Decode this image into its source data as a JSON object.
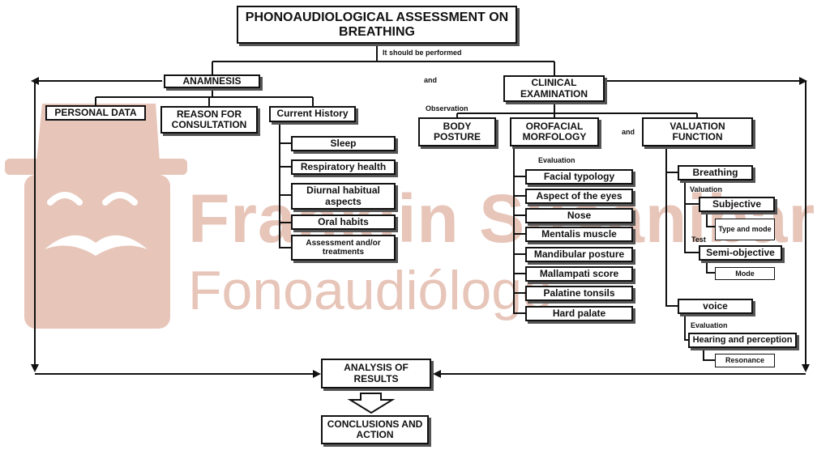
{
  "title": "PHONOAUDIOLOGICAL ASSESSMENT ON BREATHING",
  "connector_should_perform": "It should be performed",
  "connector_and": "and",
  "anamnesis": {
    "label": "ANAMNESIS",
    "personal_data": "PERSONAL DATA",
    "reason": "REASON FOR CONSULTATION",
    "current_history": {
      "label": "Current History",
      "items": [
        "Sleep",
        "Respiratory health",
        "Diurnal habitual aspects",
        "Oral habits",
        "Assessment and/or treatments"
      ]
    }
  },
  "clinical": {
    "label": "CLINICAL EXAMINATION",
    "observation_label": "Observation",
    "and_label": "and",
    "body_posture": "BODY POSTURE",
    "orofacial": {
      "label": "OROFACIAL MORFOLOGY",
      "evaluation_label": "Evaluation",
      "items": [
        "Facial typology",
        "Aspect of the eyes",
        "Nose",
        "Mentalis muscle",
        "Mandibular posture",
        "Mallampati score",
        "Palatine tonsils",
        "Hard palate"
      ]
    },
    "valuation": {
      "label": "VALUATION FUNCTION",
      "breathing": {
        "label": "Breathing",
        "valuation_label": "Valuation",
        "subjective": "Subjective",
        "type_mode": "Type and mode",
        "test_label": "Test",
        "semi_objective": "Semi-objective",
        "mode": "Mode"
      },
      "voice": {
        "label": "voice",
        "evaluation_label": "Evaluation",
        "hearing": "Hearing and perception",
        "resonance": "Resonance"
      }
    }
  },
  "analysis": "ANALYSIS OF RESULTS",
  "conclusions": "CONCLUSIONS AND ACTION",
  "watermark": {
    "name": "Franklin Susanibar",
    "subtitle": "Fonoaudiólogo",
    "color": "#e7c5b9"
  }
}
